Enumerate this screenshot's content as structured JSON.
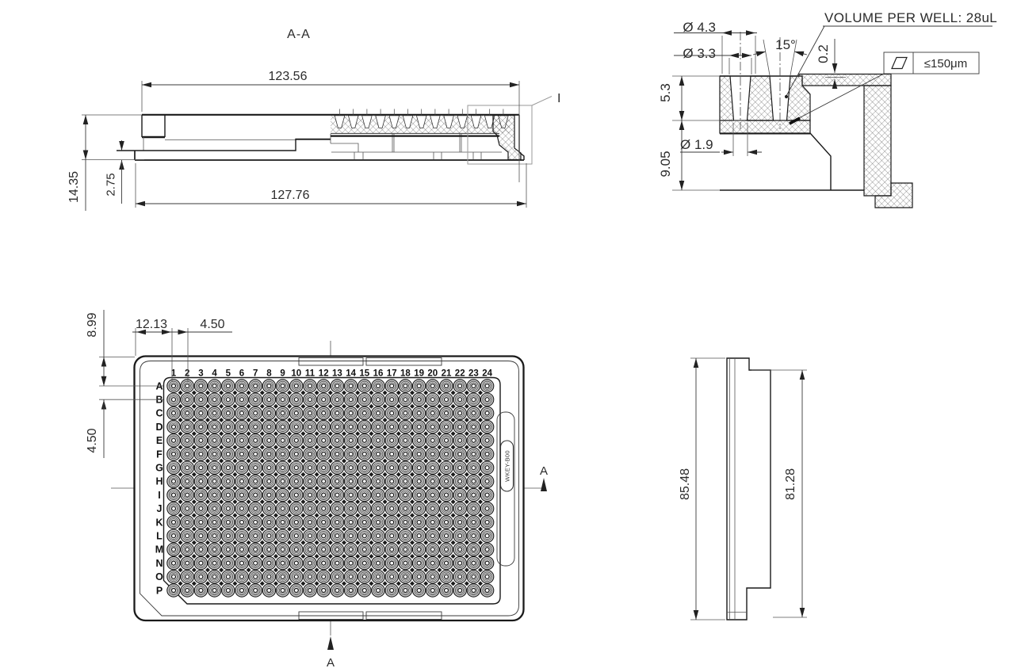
{
  "section_view": {
    "label": "A-A",
    "detail_marker": "I",
    "dim_top_length": "123.56",
    "dim_overall_length": "127.76",
    "dim_height": "14.35",
    "dim_skirt": "2.75"
  },
  "detail_view": {
    "volume_note": "VOLUME PER WELL: 28uL",
    "flatness": "≤150μm",
    "dia_top_outer": "Ø 4.3",
    "dia_top_inner": "Ø 3.3",
    "cone_angle": "15°",
    "rim_step": "0.2",
    "well_depth": "5.3",
    "body_height": "9.05",
    "dia_bottom": "Ø 1.9"
  },
  "plan_view": {
    "dim_corner_offset": "12.13",
    "dim_pitch_x": "4.50",
    "dim_edge_row": "8.99",
    "dim_pitch_y": "4.50",
    "section_arrow": "A",
    "logo": "WKEY-B00",
    "columns": [
      "1",
      "2",
      "3",
      "4",
      "5",
      "6",
      "7",
      "8",
      "9",
      "10",
      "11",
      "12",
      "13",
      "14",
      "15",
      "16",
      "17",
      "18",
      "19",
      "20",
      "21",
      "22",
      "23",
      "24"
    ],
    "rows": [
      "A",
      "B",
      "C",
      "D",
      "E",
      "F",
      "G",
      "H",
      "I",
      "J",
      "K",
      "L",
      "M",
      "N",
      "O",
      "P"
    ]
  },
  "side_view": {
    "dim_outer": "85.48",
    "dim_inner": "81.28"
  },
  "colors": {
    "ink": "#1a1a1a",
    "well_fill": "#cfcfcf"
  }
}
